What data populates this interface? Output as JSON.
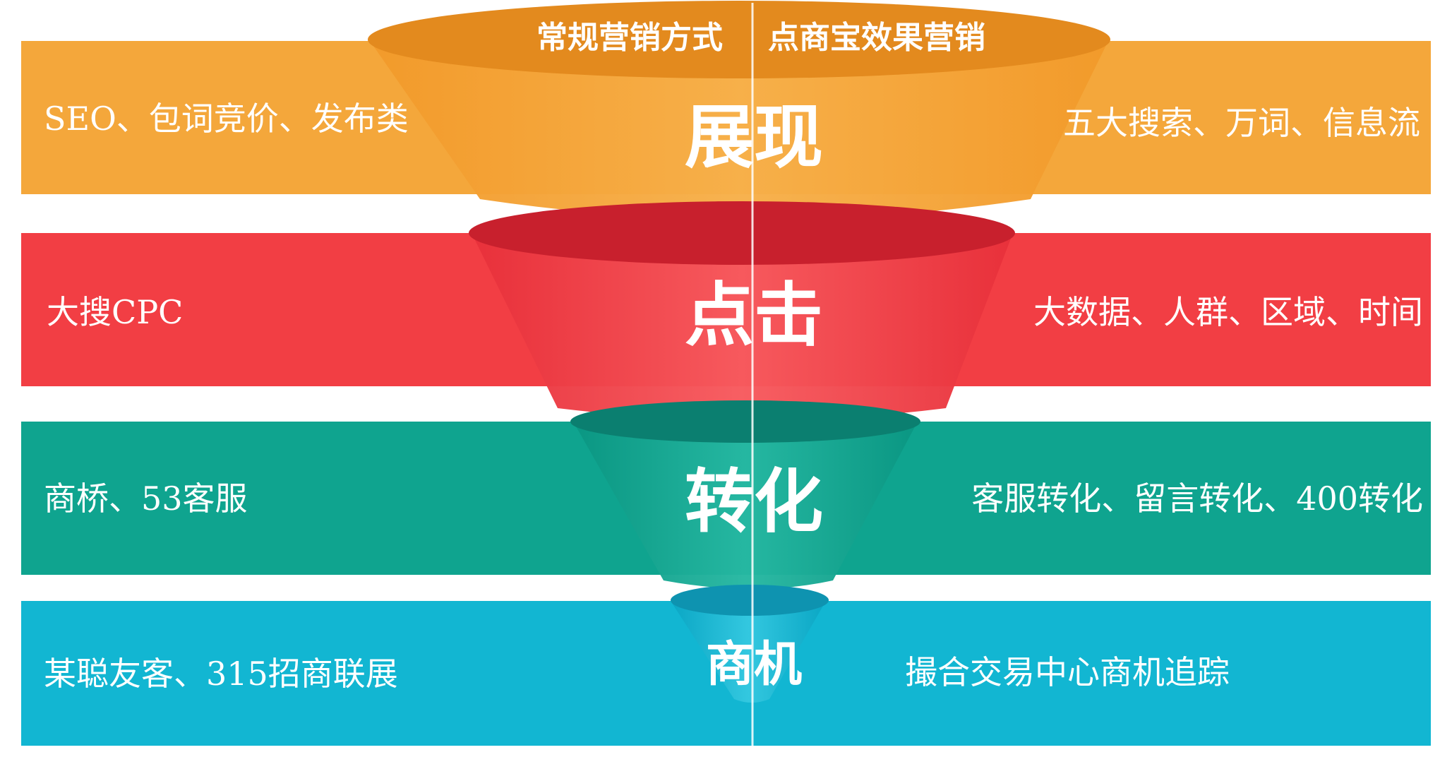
{
  "header": {
    "left_label": "常规营销方式",
    "right_label": "点商宝效果营销"
  },
  "colors": {
    "orange": "#F4A73B",
    "orange_dark": "#E2892A",
    "red": "#F23E44",
    "red_dark": "#CC2230",
    "teal": "#0FA48F",
    "teal_dark": "#0B8070",
    "cyan": "#12B6D2",
    "cyan_dark": "#0E96B4"
  },
  "stages": [
    {
      "title": "展现",
      "left": "SEO、包词竞价、发布类",
      "right": "五大搜索、万词、信息流"
    },
    {
      "title": "点击",
      "left": "大搜CPC",
      "right": "大数据、人群、区域、时间"
    },
    {
      "title": "转化",
      "left": "商桥、53客服",
      "right": "客服转化、留言转化、400转化"
    },
    {
      "title": "商机",
      "left": "某聪友客、315招商联展",
      "right": "撮合交易中心商机追踪"
    }
  ]
}
